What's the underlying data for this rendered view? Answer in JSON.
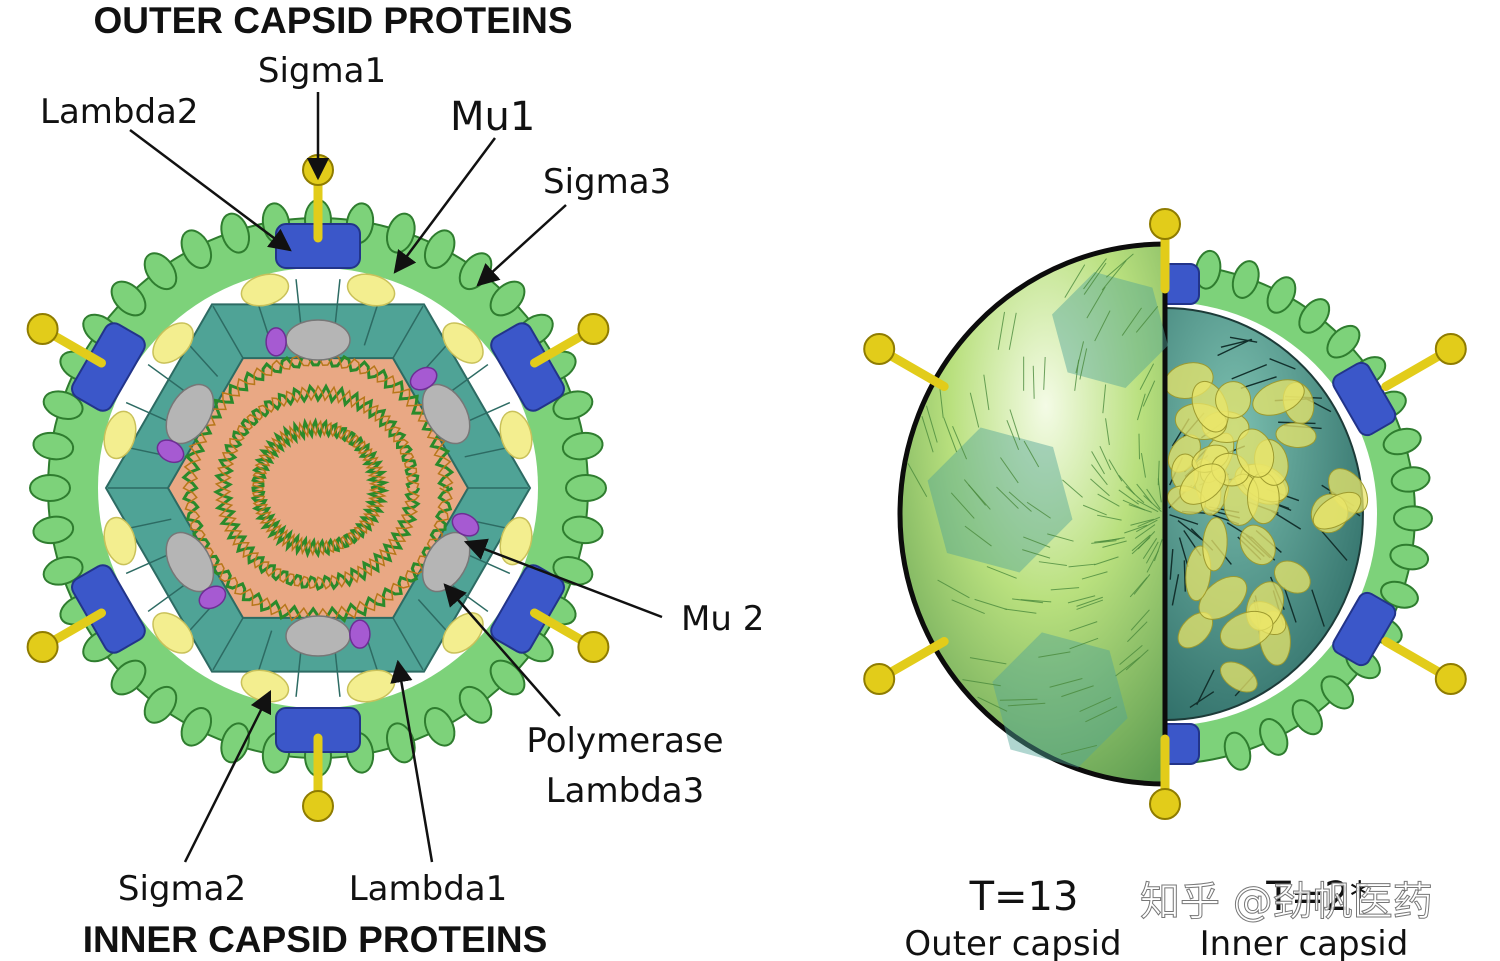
{
  "diagram": {
    "left": {
      "headings": {
        "outer": "OUTER CAPSID PROTEINS",
        "inner": "INNER CAPSID PROTEINS"
      },
      "labels": {
        "sigma1": "Sigma1",
        "lambda2": "Lambda2",
        "mu1": "Mu1",
        "sigma3": "Sigma3",
        "mu2": "Mu 2",
        "polymerase_line1": "Polymerase",
        "polymerase_line2": "Lambda3",
        "sigma2": "Sigma2",
        "lambda1": "Lambda1"
      }
    },
    "right": {
      "outer_t": "T=13",
      "outer_caption": "Outer capsid",
      "inner_t": "T=2*",
      "inner_caption": "Inner capsid"
    },
    "watermark": "知乎 @劲帆医药",
    "colors": {
      "outer_green": "#7dd27a",
      "green_stroke": "#2f7d2f",
      "teal": "#4fa396",
      "teal_dark": "#2d6b63",
      "blue": "#3b57c9",
      "yellow": "#f3ee8f",
      "spike": "#e2cc1a",
      "salmon": "#e9a884",
      "gray": "#b5b5b5",
      "purple": "#a65ad2",
      "rna": "#2a8a2a"
    }
  }
}
